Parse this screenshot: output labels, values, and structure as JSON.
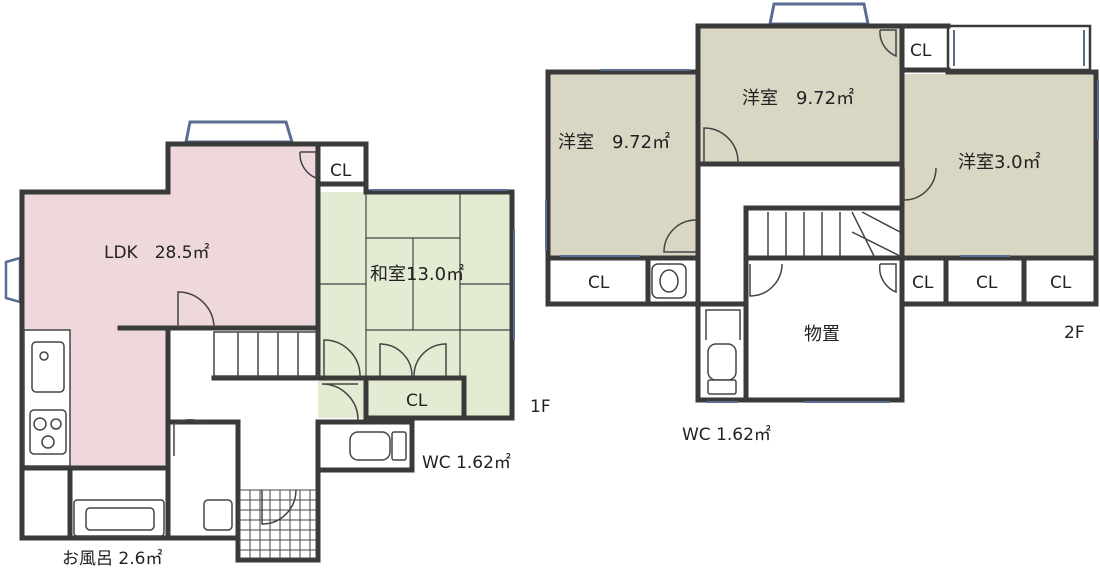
{
  "floors": {
    "first": {
      "floor_label": "1F",
      "rooms": {
        "ldk": "LDK　28.5㎡",
        "washitsu": "和室13.0㎡",
        "bath": "お風呂 2.6㎡",
        "wc": "WC 1.62㎡"
      },
      "closets": {
        "ldk_cl": "CL",
        "washitsu_cl": "CL"
      }
    },
    "second": {
      "floor_label": "2F",
      "rooms": {
        "yoshitsu_left": "洋室　9.72㎡",
        "yoshitsu_center": "洋室　9.72㎡",
        "yoshitsu_right": "洋室3.0㎡",
        "storage": "物置",
        "wc": "WC 1.62㎡"
      },
      "closets": {
        "top_cl": "CL",
        "left_cl": "CL",
        "right_cl_1": "CL",
        "right_cl_2": "CL",
        "right_cl_3": "CL"
      }
    }
  },
  "colors": {
    "ldk": "#efd8dc",
    "washitsu": "#e4ebd3",
    "yoshitsu": "#d9d6c3",
    "wall": "#3a3a3a",
    "window": "#5b6d93"
  }
}
